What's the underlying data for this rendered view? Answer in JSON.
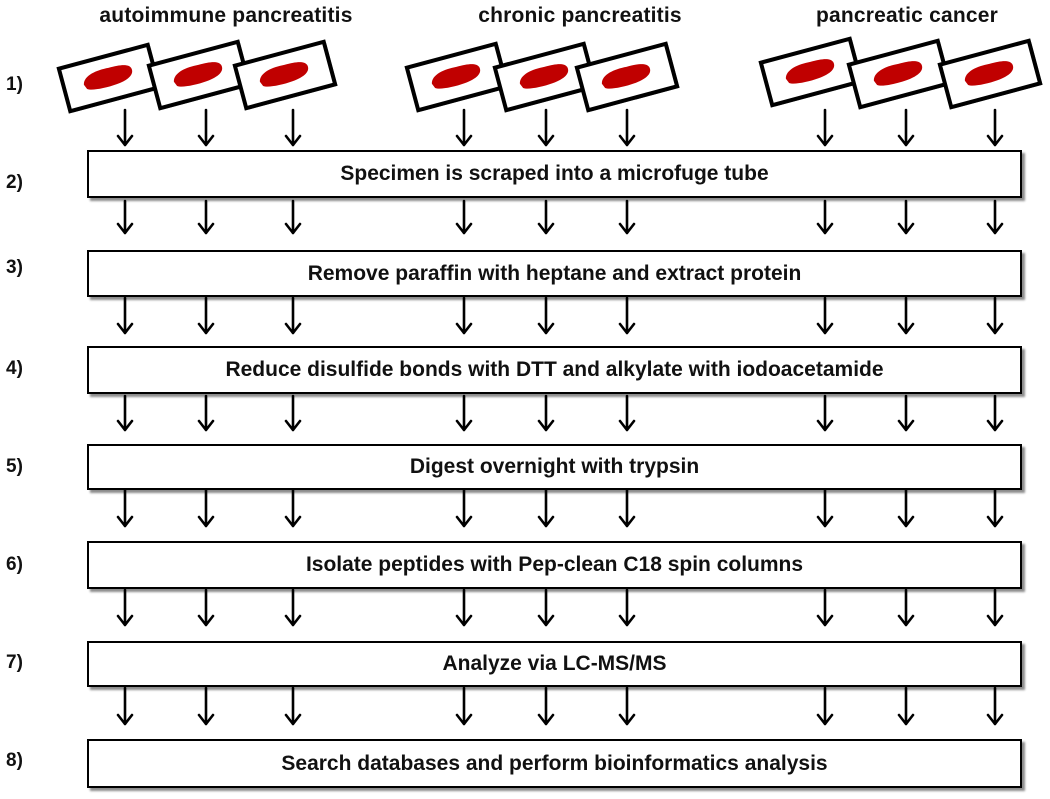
{
  "groups": [
    {
      "label": "autoimmune pancreatitis"
    },
    {
      "label": "chronic pancreatitis"
    },
    {
      "label": "pancreatic cancer"
    }
  ],
  "steps": [
    {
      "number": "1)",
      "text": ""
    },
    {
      "number": "2)",
      "text": "Specimen is scraped into a microfuge tube"
    },
    {
      "number": "3)",
      "text": "Remove paraffin with heptane and extract protein"
    },
    {
      "number": "4)",
      "text": "Reduce disulfide bonds with DTT and alkylate with iodoacetamide"
    },
    {
      "number": "5)",
      "text": "Digest overnight with trypsin"
    },
    {
      "number": "6)",
      "text": "Isolate peptides with Pep-clean C18 spin columns"
    },
    {
      "number": "7)",
      "text": "Analyze via LC-MS/MS"
    },
    {
      "number": "8)",
      "text": "Search databases and perform bioinformatics analysis"
    }
  ],
  "colors": {
    "tissue": "#c00000",
    "slide_border": "#000000",
    "arrow": "#000000"
  }
}
